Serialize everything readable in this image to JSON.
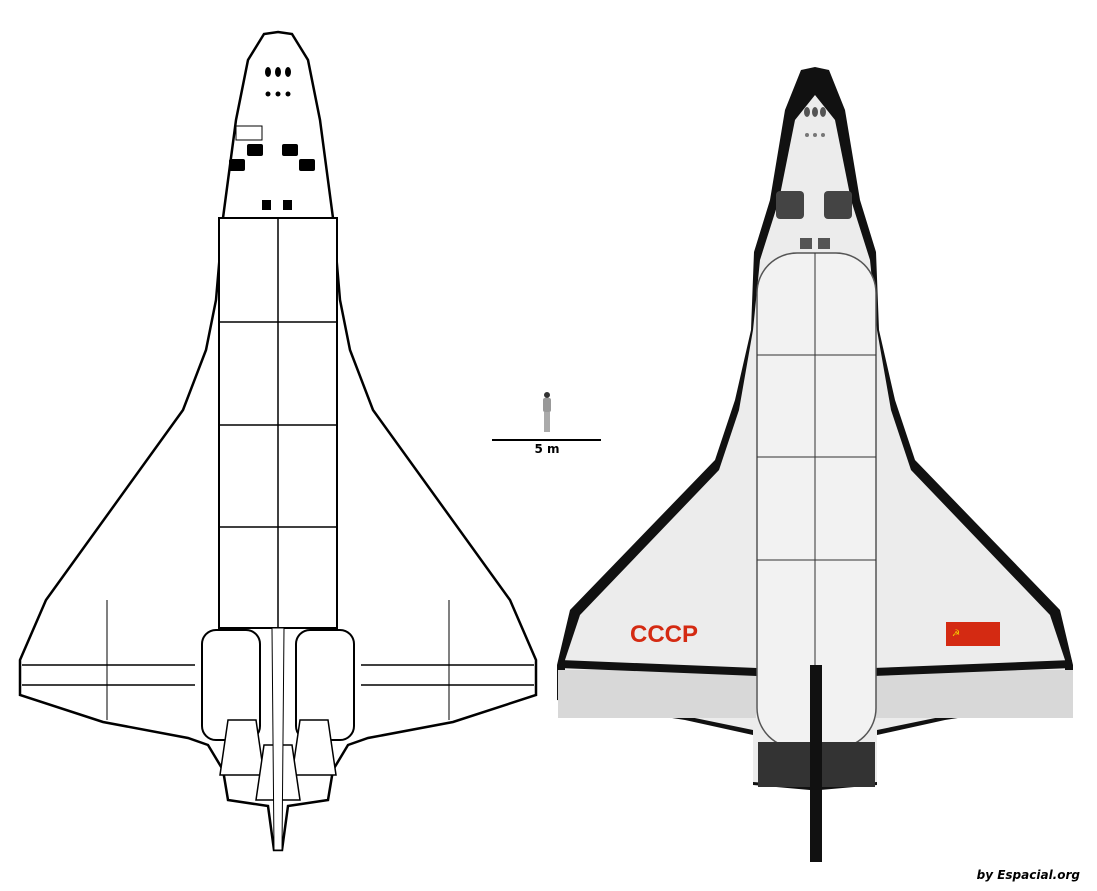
{
  "diagram": {
    "left_vehicle": {
      "name_icon": "space-shuttle-orbiter-drawing"
    },
    "right_vehicle": {
      "name_icon": "buran-orbiter-drawing",
      "marking": "CCCP",
      "flag": "soviet-flag",
      "marking_color": "#d42a12",
      "flag_color": "#d42a12"
    },
    "scale": {
      "label": "5 m",
      "figure_icon": "human-figure"
    },
    "credit": "by Espacial.org"
  }
}
